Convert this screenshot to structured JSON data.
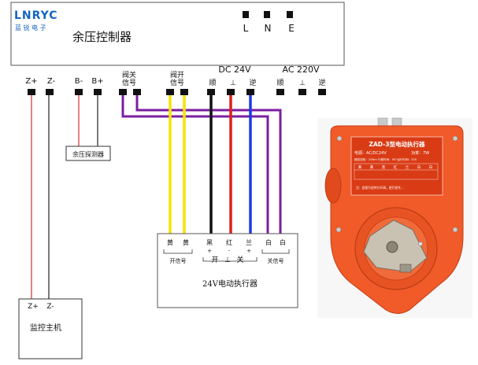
{
  "controller": {
    "brand": "LNRYC",
    "brand_cn": "蓝 锐 电 子",
    "title": "余压控制器",
    "power_labels": [
      "L",
      "N",
      "E"
    ],
    "terminals": {
      "z_plus": "Z+",
      "z_minus": "Z-",
      "b_minus": "B-",
      "b_plus": "B+",
      "valve_close_1": "阀关",
      "valve_close_2": "信号",
      "valve_open_1": "阀开",
      "valve_open_2": "信号",
      "dc": "DC 24V",
      "ac": "AC 220V",
      "dc_forward": "顺",
      "dc_ground": "⊥",
      "dc_reverse": "逆",
      "ac_forward": "顺",
      "ac_ground": "⊥",
      "ac_reverse": "逆"
    }
  },
  "sensor": {
    "label": "余压探测器"
  },
  "host": {
    "z_plus": "Z+",
    "z_minus": "Z-",
    "label": "监控主机"
  },
  "actuator_box": {
    "title": "24V电动执行器",
    "terminals": [
      "黄",
      "黄",
      "黑",
      "红",
      "兰",
      "白",
      "白"
    ],
    "black_sign": "+",
    "red_sign": "-",
    "blue_sign": "+",
    "open_signal": "开信号",
    "open_label": "开",
    "ground_label": "⊥",
    "close_label": "关",
    "close_signal": "关信号"
  },
  "device_photo": {
    "title": "ZAD-3型电动执行器",
    "spec1": "电源：AC/DC24V",
    "spec2": "功率：7W",
    "spec3": "额定扭矩：20Nm  行程时间：90°运行时间：32S",
    "note": "注：此图为逆时针开阀，逆开逆关…",
    "table_headers": [
      "黄",
      "黄",
      "黑",
      "红",
      "兰",
      "白",
      "白"
    ]
  },
  "colors": {
    "purple": "#7b1fa2",
    "yellow": "#f5e400",
    "black": "#111111",
    "red": "#e01e1e",
    "blue": "#1e3ae0",
    "device_orange": "#f15a29"
  }
}
